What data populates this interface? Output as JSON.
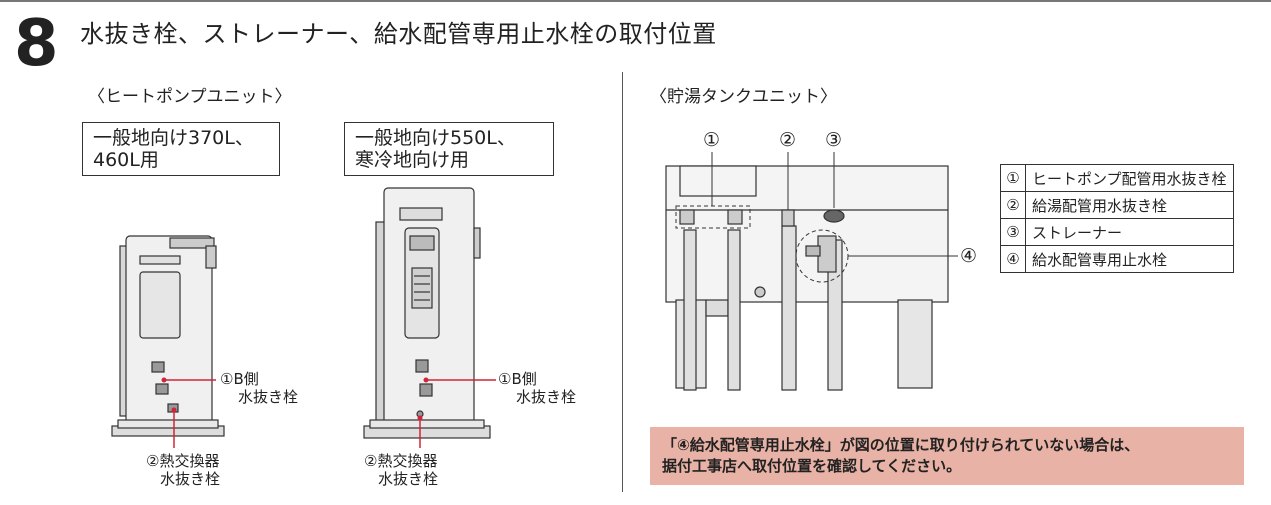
{
  "header": {
    "step_number": "8",
    "title": "水抜き栓、ストレーナー、給水配管専用止水栓の取付位置"
  },
  "left_section": {
    "subtitle": "〈ヒートポンプユニット〉",
    "unit_a": {
      "box_line1": "一般地向け370L、",
      "box_line2": "460L用",
      "label1_line1": "①B側",
      "label1_line2": "水抜き栓",
      "label2_line1": "②熱交換器",
      "label2_line2": "水抜き栓"
    },
    "unit_b": {
      "box_line1": "一般地向け550L、",
      "box_line2": "寒冷地向け用",
      "label1_line1": "①B側",
      "label1_line2": "水抜き栓",
      "label2_line1": "②熱交換器",
      "label2_line2": "水抜き栓"
    }
  },
  "right_section": {
    "subtitle": "〈貯湯タンクユニット〉",
    "diagram_markers": [
      "①",
      "②",
      "③",
      "④"
    ],
    "legend": [
      {
        "num": "①",
        "text": "ヒートポンプ配管用水抜き栓"
      },
      {
        "num": "②",
        "text": "給湯配管用水抜き栓"
      },
      {
        "num": "③",
        "text": "ストレーナー"
      },
      {
        "num": "④",
        "text": "給水配管専用止水栓"
      }
    ],
    "note_line1": "「④給水配管専用止水栓」が図の位置に取り付けられていない場合は、",
    "note_line2": "据付工事店へ取付位置を確認してください。",
    "note_color": "#e8b3a6"
  },
  "colors": {
    "leader_line": "#d0253a"
  }
}
